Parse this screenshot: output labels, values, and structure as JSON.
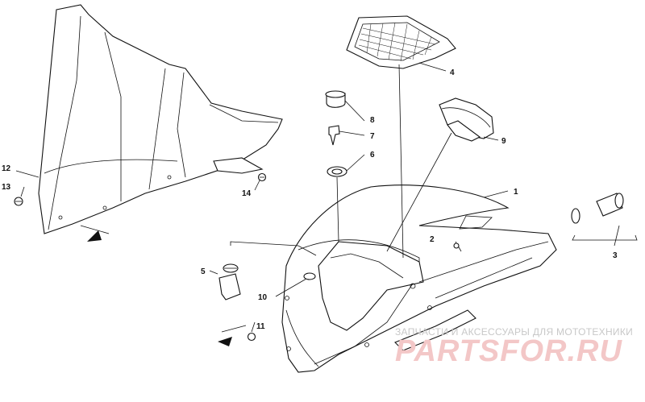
{
  "callouts": {
    "c1": "1",
    "c2": "2",
    "c3": "3",
    "c4": "4",
    "c5": "5",
    "c6": "6",
    "c7": "7",
    "c8": "8",
    "c9": "9",
    "c10": "10",
    "c11": "11",
    "c12": "12",
    "c13": "13",
    "c14": "14"
  },
  "watermark": {
    "subtitle": "ЗАПЧАСТИ И АКСЕССУАРЫ ДЛЯ МОТОТЕХНИКИ",
    "brand": "PARTSFOR.RU"
  },
  "colors": {
    "line": "#111111",
    "watermark_brand": "#f3c7c7",
    "watermark_text": "#c8c8c8"
  }
}
